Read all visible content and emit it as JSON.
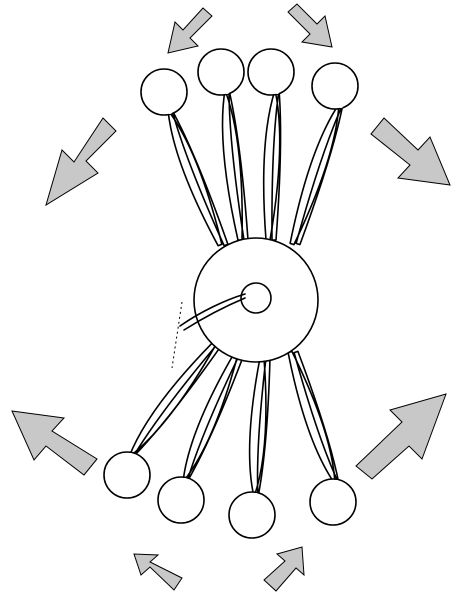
{
  "diagram": {
    "type": "line-drawing",
    "colors": {
      "line": "#000000",
      "arrow_fill": "#c8c8c8",
      "background": "#ffffff"
    },
    "upper_disc_count": 4,
    "lower_disc_count": 4,
    "arrow_count": 8
  }
}
